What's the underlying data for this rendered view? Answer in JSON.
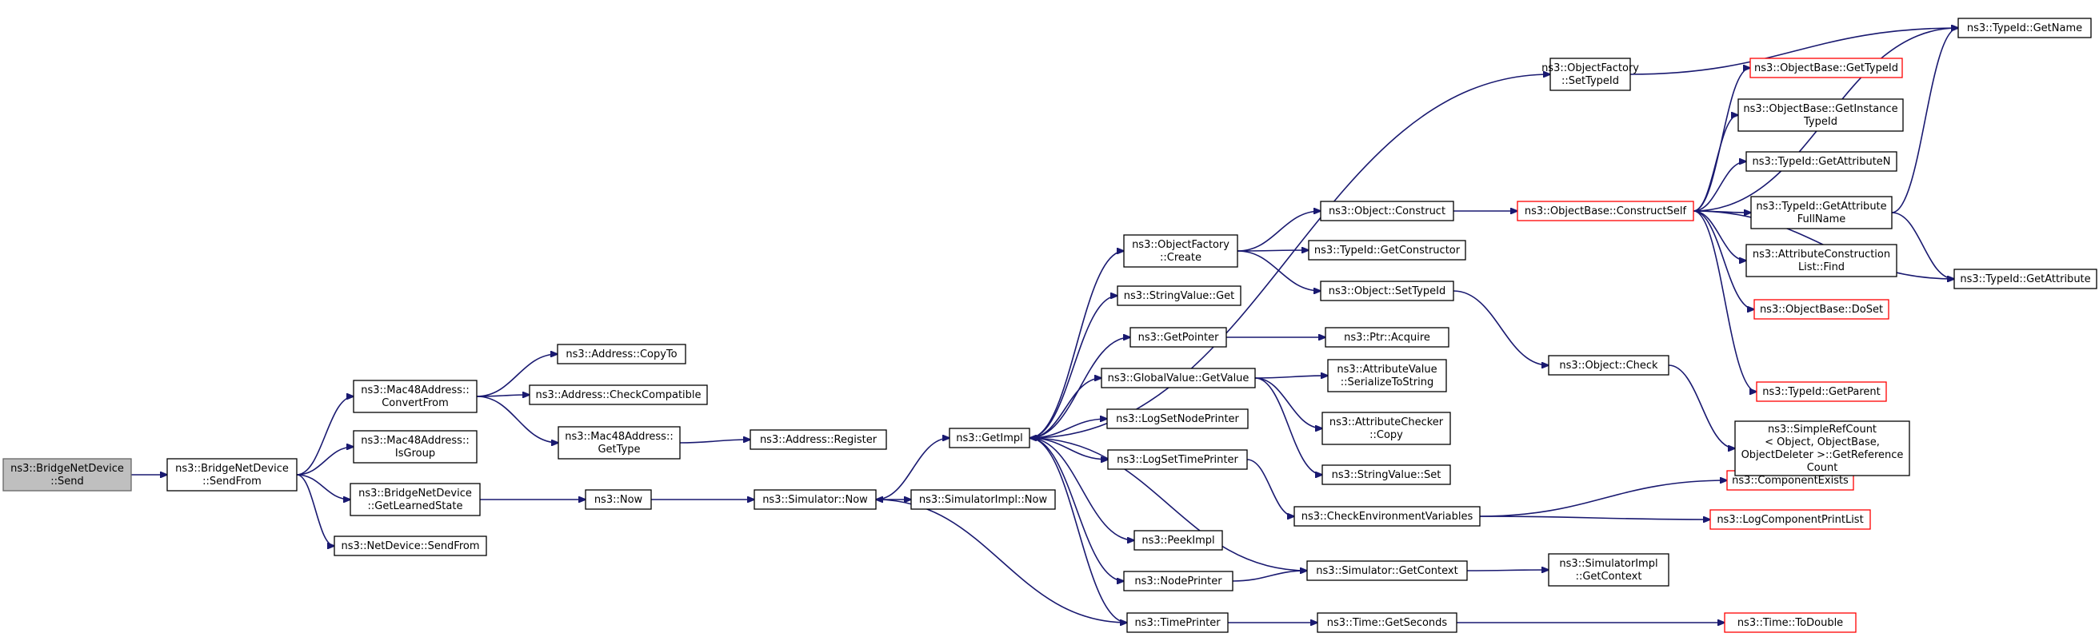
{
  "diagram": {
    "colors": {
      "edge": "#191970",
      "box_border": "#000000",
      "external_border": "#ff0000",
      "root_fill": "#bfbfbf",
      "background": "#ffffff"
    },
    "nodes": [
      {
        "id": "bridge_send",
        "lines": [
          "ns3::BridgeNetDevice",
          "::Send"
        ],
        "style": "root"
      },
      {
        "id": "bridge_sendfrom",
        "lines": [
          "ns3::BridgeNetDevice",
          "::SendFrom"
        ],
        "style": "normal"
      },
      {
        "id": "mac_convertfrom",
        "lines": [
          "ns3::Mac48Address::",
          "ConvertFrom"
        ],
        "style": "normal"
      },
      {
        "id": "mac_isgroup",
        "lines": [
          "ns3::Mac48Address::",
          "IsGroup"
        ],
        "style": "normal"
      },
      {
        "id": "bridge_getlearned",
        "lines": [
          "ns3::BridgeNetDevice",
          "::GetLearnedState"
        ],
        "style": "normal"
      },
      {
        "id": "netdevice_sendfrom",
        "lines": [
          "ns3::NetDevice::SendFrom"
        ],
        "style": "normal"
      },
      {
        "id": "address_copyto",
        "lines": [
          "ns3::Address::CopyTo"
        ],
        "style": "normal"
      },
      {
        "id": "address_checkcompat",
        "lines": [
          "ns3::Address::CheckCompatible"
        ],
        "style": "normal"
      },
      {
        "id": "mac_gettype",
        "lines": [
          "ns3::Mac48Address::",
          "GetType"
        ],
        "style": "normal"
      },
      {
        "id": "address_register",
        "lines": [
          "ns3::Address::Register"
        ],
        "style": "normal"
      },
      {
        "id": "now",
        "lines": [
          "ns3::Now"
        ],
        "style": "normal"
      },
      {
        "id": "simulator_now",
        "lines": [
          "ns3::Simulator::Now"
        ],
        "style": "normal"
      },
      {
        "id": "getimpl",
        "lines": [
          "ns3::GetImpl"
        ],
        "style": "normal"
      },
      {
        "id": "simulatorimpl_now",
        "lines": [
          "ns3::SimulatorImpl::Now"
        ],
        "style": "normal"
      },
      {
        "id": "objfactory_create",
        "lines": [
          "ns3::ObjectFactory",
          "::Create"
        ],
        "style": "normal"
      },
      {
        "id": "stringvalue_get",
        "lines": [
          "ns3::StringValue::Get"
        ],
        "style": "normal"
      },
      {
        "id": "getpointer",
        "lines": [
          "ns3::GetPointer"
        ],
        "style": "normal"
      },
      {
        "id": "globalvalue_getvalue",
        "lines": [
          "ns3::GlobalValue::GetValue"
        ],
        "style": "normal"
      },
      {
        "id": "logsetnodeprinter",
        "lines": [
          "ns3::LogSetNodePrinter"
        ],
        "style": "normal"
      },
      {
        "id": "logsettimeprinter",
        "lines": [
          "ns3::LogSetTimePrinter"
        ],
        "style": "normal"
      },
      {
        "id": "peekimpl",
        "lines": [
          "ns3::PeekImpl"
        ],
        "style": "normal"
      },
      {
        "id": "nodeprinter",
        "lines": [
          "ns3::NodePrinter"
        ],
        "style": "normal"
      },
      {
        "id": "timeprinter",
        "lines": [
          "ns3::TimePrinter"
        ],
        "style": "normal"
      },
      {
        "id": "objfactory_settypeid",
        "lines": [
          "ns3::ObjectFactory",
          "::SetTypeId"
        ],
        "style": "normal"
      },
      {
        "id": "object_construct",
        "lines": [
          "ns3::Object::Construct"
        ],
        "style": "normal"
      },
      {
        "id": "typeid_getconstructor",
        "lines": [
          "ns3::TypeId::GetConstructor"
        ],
        "style": "normal"
      },
      {
        "id": "object_settypeid",
        "lines": [
          "ns3::Object::SetTypeId"
        ],
        "style": "normal"
      },
      {
        "id": "ptr_acquire",
        "lines": [
          "ns3::Ptr::Acquire"
        ],
        "style": "normal"
      },
      {
        "id": "attrvalue_serialize",
        "lines": [
          "ns3::AttributeValue",
          "::SerializeToString"
        ],
        "style": "normal"
      },
      {
        "id": "attrchecker_copy",
        "lines": [
          "ns3::AttributeChecker",
          "::Copy"
        ],
        "style": "normal"
      },
      {
        "id": "stringvalue_set",
        "lines": [
          "ns3::StringValue::Set"
        ],
        "style": "normal"
      },
      {
        "id": "checkenvvars",
        "lines": [
          "ns3::CheckEnvironmentVariables"
        ],
        "style": "normal"
      },
      {
        "id": "simulator_getcontext",
        "lines": [
          "ns3::Simulator::GetContext"
        ],
        "style": "normal"
      },
      {
        "id": "time_getseconds",
        "lines": [
          "ns3::Time::GetSeconds"
        ],
        "style": "normal"
      },
      {
        "id": "objbase_constructself",
        "lines": [
          "ns3::ObjectBase::ConstructSelf"
        ],
        "style": "external"
      },
      {
        "id": "object_check",
        "lines": [
          "ns3::Object::Check"
        ],
        "style": "normal"
      },
      {
        "id": "componentexists",
        "lines": [
          "ns3::ComponentExists"
        ],
        "style": "external"
      },
      {
        "id": "logcomponentprintlist",
        "lines": [
          "ns3::LogComponentPrintList"
        ],
        "style": "external"
      },
      {
        "id": "simulatorimpl_getcontext",
        "lines": [
          "ns3::SimulatorImpl",
          "::GetContext"
        ],
        "style": "normal"
      },
      {
        "id": "time_todouble",
        "lines": [
          "ns3::Time::ToDouble"
        ],
        "style": "external"
      },
      {
        "id": "typeid_getname",
        "lines": [
          "ns3::TypeId::GetName"
        ],
        "style": "normal"
      },
      {
        "id": "objbase_gettypeid",
        "lines": [
          "ns3::ObjectBase::GetTypeId"
        ],
        "style": "external"
      },
      {
        "id": "objbase_getinstancetypeid",
        "lines": [
          "ns3::ObjectBase::GetInstance",
          "TypeId"
        ],
        "style": "normal"
      },
      {
        "id": "typeid_getattributen",
        "lines": [
          "ns3::TypeId::GetAttributeN"
        ],
        "style": "normal"
      },
      {
        "id": "typeid_getattributefullname",
        "lines": [
          "ns3::TypeId::GetAttribute",
          "FullName"
        ],
        "style": "normal"
      },
      {
        "id": "attrconstructionlist_find",
        "lines": [
          "ns3::AttributeConstruction",
          "List::Find"
        ],
        "style": "normal"
      },
      {
        "id": "objbase_doset",
        "lines": [
          "ns3::ObjectBase::DoSet"
        ],
        "style": "external"
      },
      {
        "id": "typeid_getparent",
        "lines": [
          "ns3::TypeId::GetParent"
        ],
        "style": "external"
      },
      {
        "id": "simplerefcount_getref",
        "lines": [
          "ns3::SimpleRefCount",
          "< Object, ObjectBase,",
          " ObjectDeleter >::GetReference",
          "Count"
        ],
        "style": "normal"
      },
      {
        "id": "typeid_getattribute",
        "lines": [
          "ns3::TypeId::GetAttribute"
        ],
        "style": "normal"
      }
    ],
    "edges": [
      [
        "bridge_send",
        "bridge_sendfrom"
      ],
      [
        "bridge_sendfrom",
        "mac_convertfrom"
      ],
      [
        "bridge_sendfrom",
        "mac_isgroup"
      ],
      [
        "bridge_sendfrom",
        "bridge_getlearned"
      ],
      [
        "bridge_sendfrom",
        "netdevice_sendfrom"
      ],
      [
        "mac_convertfrom",
        "address_copyto"
      ],
      [
        "mac_convertfrom",
        "address_checkcompat"
      ],
      [
        "mac_convertfrom",
        "mac_gettype"
      ],
      [
        "mac_gettype",
        "address_register"
      ],
      [
        "bridge_getlearned",
        "now"
      ],
      [
        "now",
        "simulator_now"
      ],
      [
        "simulator_now",
        "getimpl"
      ],
      [
        "simulator_now",
        "simulatorimpl_now"
      ],
      [
        "getimpl",
        "objfactory_settypeid"
      ],
      [
        "getimpl",
        "objfactory_create"
      ],
      [
        "getimpl",
        "stringvalue_get"
      ],
      [
        "getimpl",
        "getpointer"
      ],
      [
        "getimpl",
        "globalvalue_getvalue"
      ],
      [
        "getimpl",
        "logsetnodeprinter"
      ],
      [
        "getimpl",
        "logsettimeprinter"
      ],
      [
        "getimpl",
        "peekimpl"
      ],
      [
        "getimpl",
        "nodeprinter"
      ],
      [
        "getimpl",
        "timeprinter"
      ],
      [
        "objfactory_settypeid",
        "typeid_getname"
      ],
      [
        "objfactory_create",
        "object_construct"
      ],
      [
        "objfactory_create",
        "typeid_getconstructor"
      ],
      [
        "objfactory_create",
        "object_settypeid"
      ],
      [
        "object_construct",
        "objbase_constructself"
      ],
      [
        "object_settypeid",
        "object_check"
      ],
      [
        "getpointer",
        "ptr_acquire"
      ],
      [
        "globalvalue_getvalue",
        "attrvalue_serialize"
      ],
      [
        "globalvalue_getvalue",
        "attrchecker_copy"
      ],
      [
        "globalvalue_getvalue",
        "stringvalue_set"
      ],
      [
        "logsettimeprinter",
        "checkenvvars"
      ],
      [
        "checkenvvars",
        "componentexists"
      ],
      [
        "checkenvvars",
        "logcomponentprintlist"
      ],
      [
        "simulator_getcontext",
        "getimpl"
      ],
      [
        "nodeprinter",
        "simulator_getcontext"
      ],
      [
        "simulator_getcontext",
        "simulatorimpl_getcontext"
      ],
      [
        "timeprinter",
        "simulator_now"
      ],
      [
        "timeprinter",
        "time_getseconds"
      ],
      [
        "time_getseconds",
        "time_todouble"
      ],
      [
        "object_check",
        "simplerefcount_getref"
      ],
      [
        "objbase_constructself",
        "typeid_getname"
      ],
      [
        "objbase_constructself",
        "objbase_gettypeid"
      ],
      [
        "objbase_constructself",
        "objbase_getinstancetypeid"
      ],
      [
        "objbase_constructself",
        "typeid_getattributen"
      ],
      [
        "objbase_constructself",
        "typeid_getattributefullname"
      ],
      [
        "objbase_constructself",
        "attrconstructionlist_find"
      ],
      [
        "objbase_constructself",
        "objbase_doset"
      ],
      [
        "objbase_constructself",
        "typeid_getparent"
      ],
      [
        "objbase_constructself",
        "typeid_getattribute"
      ],
      [
        "typeid_getattributefullname",
        "typeid_getname"
      ],
      [
        "typeid_getattributefullname",
        "typeid_getattribute"
      ]
    ]
  }
}
